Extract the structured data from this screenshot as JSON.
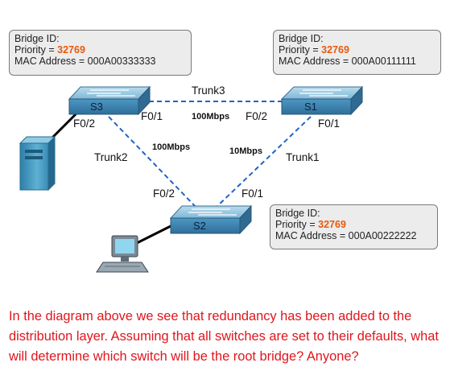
{
  "bridges": {
    "s3": {
      "title": "Bridge ID:",
      "priority_label": "Priority = ",
      "priority": "32769",
      "mac": "MAC Address = 000A00333333"
    },
    "s1": {
      "title": "Bridge ID:",
      "priority_label": "Priority = ",
      "priority": "32769",
      "mac": "MAC Address = 000A00111111"
    },
    "s2": {
      "title": "Bridge ID:",
      "priority_label": "Priority = ",
      "priority": "32769",
      "mac": "MAC Address = 000A00222222"
    }
  },
  "switches": {
    "s1": "S1",
    "s2": "S2",
    "s3": "S3"
  },
  "links": {
    "trunk1": "Trunk1",
    "trunk2": "Trunk2",
    "trunk3": "Trunk3",
    "speed_trunk3": "100Mbps",
    "speed_trunk2": "100Mbps",
    "speed_trunk1": "10Mbps"
  },
  "ports": {
    "s3_f02": "F0/2",
    "s3_f01": "F0/1",
    "s1_f02": "F0/2",
    "s1_f01": "F0/1",
    "s2_f02": "F0/2",
    "s2_f01": "F0/1"
  },
  "colors": {
    "trunk_line": "#1f64c8",
    "access_line": "#000000",
    "switch_fill": "#5aa3c9",
    "priority": "#e8590c",
    "caption": "#e0161c"
  },
  "caption": "In the diagram above we see that redundancy has been added to the distribution layer.  Assuming that all switches are set to their defaults, what will determine which switch will be the root bridge?  Anyone?"
}
